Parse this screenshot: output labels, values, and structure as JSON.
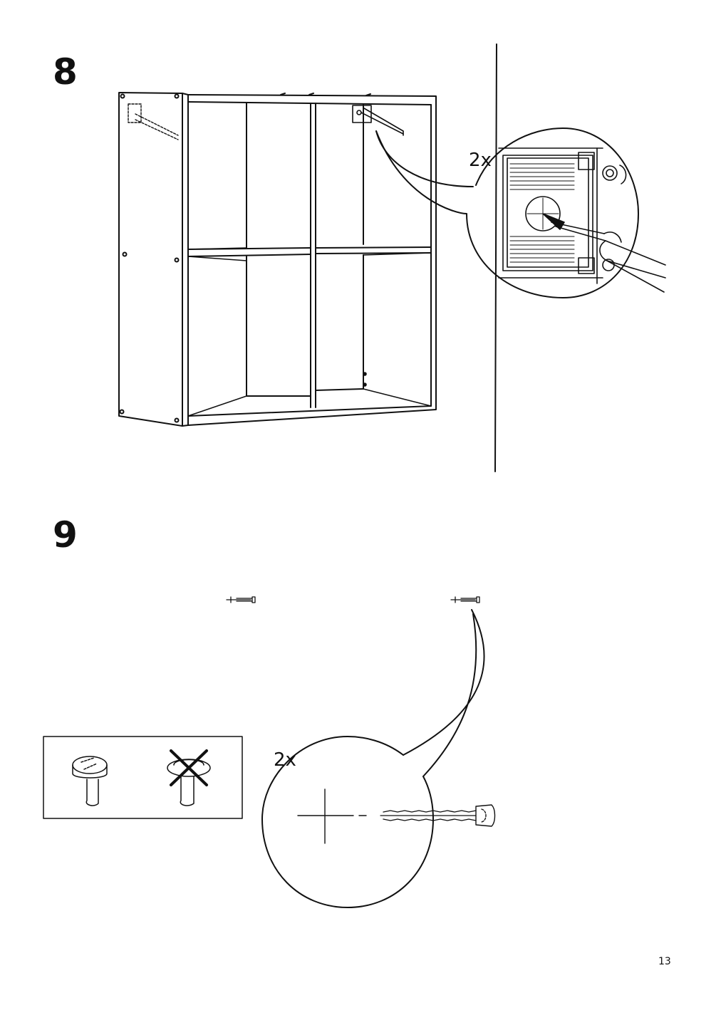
{
  "step8": {
    "number": "8",
    "quantity": "2x"
  },
  "step9": {
    "number": "9",
    "quantity": "2x"
  },
  "page_number": "13",
  "screw_head_panel": {
    "items": [
      "correct-flush-screw",
      "incorrect-protruding-screw"
    ]
  }
}
